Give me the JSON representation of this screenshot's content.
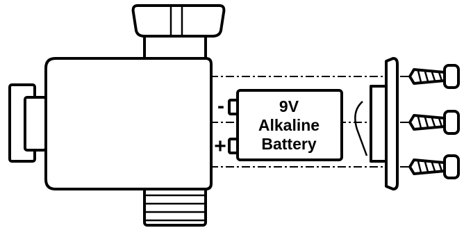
{
  "battery": {
    "line1": "9V",
    "line2": "Alkaline",
    "line3": "Battery"
  },
  "terminals": {
    "negative": "-",
    "positive": "+"
  },
  "screw_count": 3
}
